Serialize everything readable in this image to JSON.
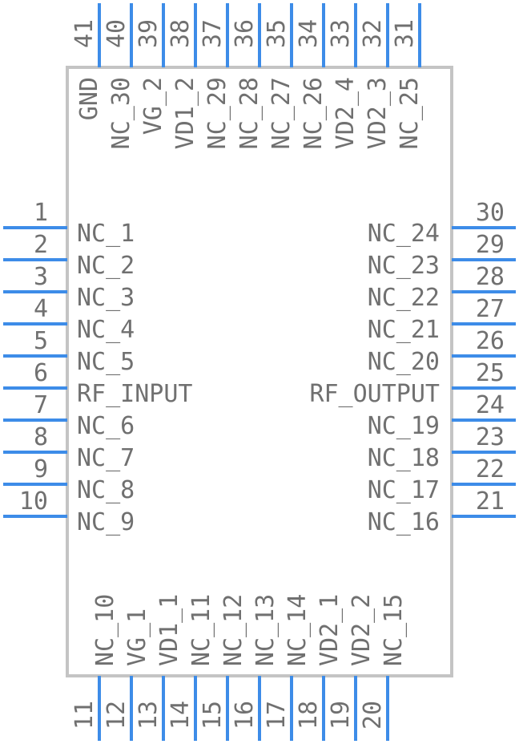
{
  "colors": {
    "pin": "#3d8ce8",
    "body_outline": "#c4c4c4",
    "text": "#707070",
    "background": "#ffffff"
  },
  "left_pins": [
    {
      "number": "1",
      "name": "NC_1"
    },
    {
      "number": "2",
      "name": "NC_2"
    },
    {
      "number": "3",
      "name": "NC_3"
    },
    {
      "number": "4",
      "name": "NC_4"
    },
    {
      "number": "5",
      "name": "NC_5"
    },
    {
      "number": "6",
      "name": "RF_INPUT"
    },
    {
      "number": "7",
      "name": "NC_6"
    },
    {
      "number": "8",
      "name": "NC_7"
    },
    {
      "number": "9",
      "name": "NC_8"
    },
    {
      "number": "10",
      "name": "NC_9"
    }
  ],
  "right_pins": [
    {
      "number": "30",
      "name": "NC_24"
    },
    {
      "number": "29",
      "name": "NC_23"
    },
    {
      "number": "28",
      "name": "NC_22"
    },
    {
      "number": "27",
      "name": "NC_21"
    },
    {
      "number": "26",
      "name": "NC_20"
    },
    {
      "number": "25",
      "name": "RF_OUTPUT"
    },
    {
      "number": "24",
      "name": "NC_19"
    },
    {
      "number": "23",
      "name": "NC_18"
    },
    {
      "number": "22",
      "name": "NC_17"
    },
    {
      "number": "21",
      "name": "NC_16"
    }
  ],
  "top_pins": [
    {
      "number": "41",
      "name": ""
    },
    {
      "number": "40",
      "name": "GND"
    },
    {
      "number": "39",
      "name": "NC_30"
    },
    {
      "number": "38",
      "name": "VG_2"
    },
    {
      "number": "37",
      "name": "VD1_2"
    },
    {
      "number": "36",
      "name": "NC_29"
    },
    {
      "number": "35",
      "name": "NC_28"
    },
    {
      "number": "34",
      "name": "NC_27"
    },
    {
      "number": "33",
      "name": "NC_26"
    },
    {
      "number": "32",
      "name": "VD2_4"
    },
    {
      "number": "31",
      "name": "VD2_3"
    },
    {
      "number": "",
      "name": "NC_25"
    }
  ],
  "bottom_pins": [
    {
      "number": "11",
      "name": ""
    },
    {
      "number": "12",
      "name": "NC_10"
    },
    {
      "number": "13",
      "name": "VG_1"
    },
    {
      "number": "14",
      "name": "VD1_1"
    },
    {
      "number": "15",
      "name": "NC_11"
    },
    {
      "number": "16",
      "name": "NC_12"
    },
    {
      "number": "17",
      "name": "NC_13"
    },
    {
      "number": "18",
      "name": "NC_14"
    },
    {
      "number": "19",
      "name": "VD2_1"
    },
    {
      "number": "20",
      "name": "VD2_2"
    },
    {
      "number": "",
      "name": "NC_15"
    }
  ]
}
